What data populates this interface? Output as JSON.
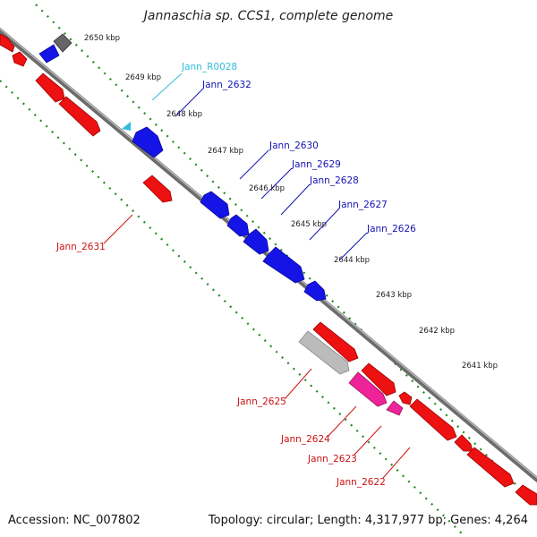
{
  "title": "Jannaschia sp. CCS1, complete genome",
  "footer": {
    "accession": "Accession: NC_007802",
    "summary": "Topology: circular; Length: 4,317,977 bp; Genes: 4,264"
  },
  "colors": {
    "forward_gene": "#1414e6",
    "reverse_gene": "#ee1111",
    "rna_gene": "#33bbdd",
    "pseudo_gene": "#aaaaaa",
    "other_gene": "#ee2299",
    "backbone": "#8a8a8a",
    "gc_dots": "#228822"
  },
  "ticks": [
    "2650 kbp",
    "2649 kbp",
    "2648 kbp",
    "2647 kbp",
    "2646 kbp",
    "2645 kbp",
    "2644 kbp",
    "2643 kbp",
    "2642 kbp",
    "2641 kbp"
  ],
  "labels": {
    "forward": [
      "Jann_R0028",
      "Jann_2632",
      "Jann_2630",
      "Jann_2629",
      "Jann_2628",
      "Jann_2627",
      "Jann_2626"
    ],
    "reverse": [
      "Jann_2631",
      "Jann_2625",
      "Jann_2624",
      "Jann_2623",
      "Jann_2622"
    ]
  }
}
